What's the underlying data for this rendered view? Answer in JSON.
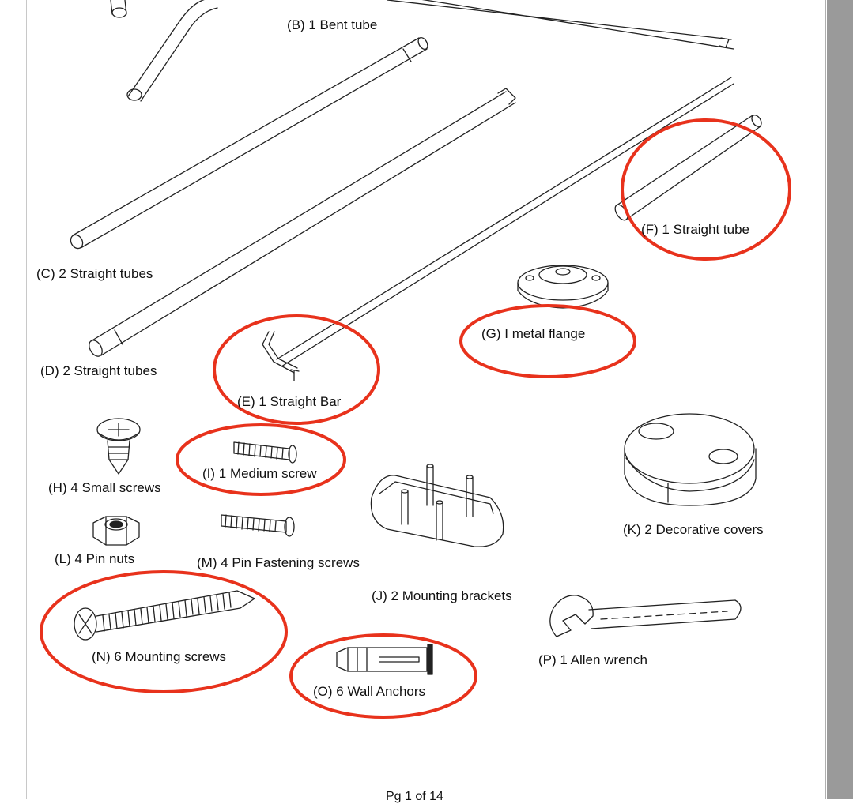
{
  "parts": {
    "b": "(B) 1 Bent tube",
    "c": "(C) 2 Straight tubes",
    "d": "(D) 2 Straight tubes",
    "e": "(E) 1 Straight Bar",
    "f": "(F) 1 Straight tube",
    "g": "(G) I metal flange",
    "h": "(H) 4 Small screws",
    "i": "(I) 1 Medium screw",
    "j": "(J) 2 Mounting brackets",
    "k": "(K) 2 Decorative covers",
    "l": "(L) 4 Pin nuts",
    "m": "(M) 4 Pin Fastening screws",
    "n": "(N) 6 Mounting screws",
    "o": "(O) 6 Wall Anchors",
    "p": "(P) 1 Allen wrench"
  },
  "footer": {
    "page_label": "Pg 1 of 14"
  },
  "colors": {
    "highlight": "#e8321c",
    "ink": "#222222"
  }
}
